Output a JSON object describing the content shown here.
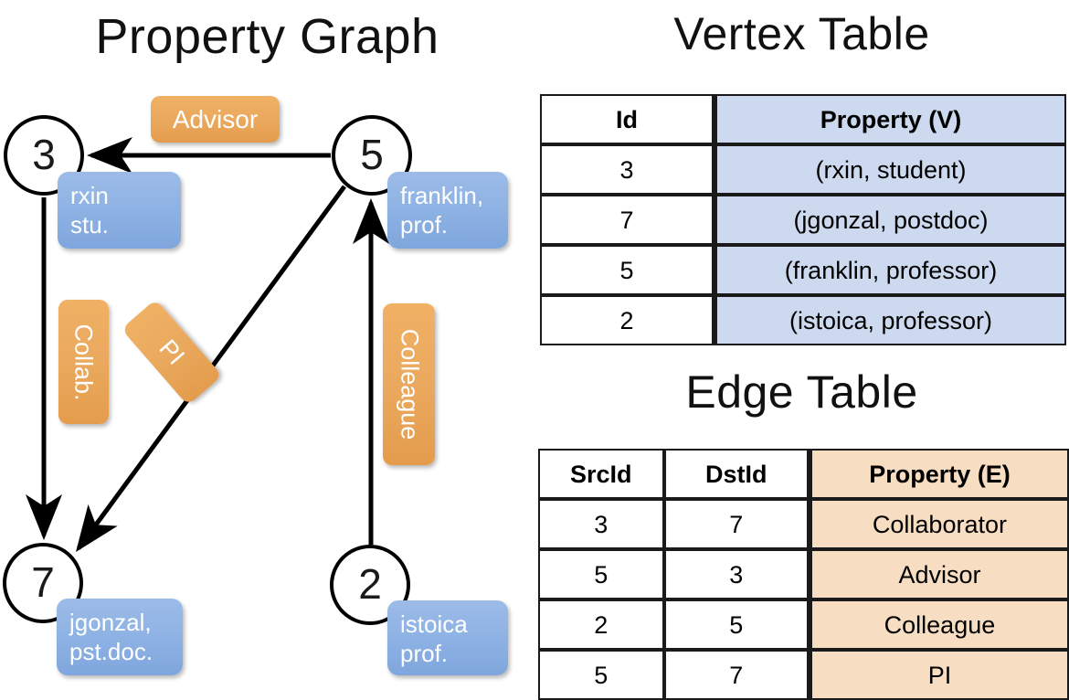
{
  "titles": {
    "property_graph": "Property Graph",
    "vertex_table": "Vertex Table",
    "edge_table": "Edge Table"
  },
  "colors": {
    "node_stroke": "#000000",
    "vertex_property_fill": "#ccd9ee",
    "edge_property_fill": "#f7ddc2",
    "property_box_blue": "#8fb3e4",
    "edge_label_orange": "#eaa95e"
  },
  "graph": {
    "nodes": [
      {
        "id": "3",
        "property_line1": "rxin",
        "property_line2": "stu."
      },
      {
        "id": "5",
        "property_line1": "franklin,",
        "property_line2": "prof."
      },
      {
        "id": "7",
        "property_line1": "jgonzal,",
        "property_line2": "pst.doc."
      },
      {
        "id": "2",
        "property_line1": "istoica",
        "property_line2": "prof."
      }
    ],
    "edge_labels": [
      {
        "text": "Advisor"
      },
      {
        "text": "Collab."
      },
      {
        "text": "PI"
      },
      {
        "text": "Colleague"
      }
    ]
  },
  "vertex_table": {
    "headers": [
      "Id",
      "Property (V)"
    ],
    "rows": [
      {
        "id": "3",
        "property": "(rxin, student)"
      },
      {
        "id": "7",
        "property": "(jgonzal, postdoc)"
      },
      {
        "id": "5",
        "property": "(franklin, professor)"
      },
      {
        "id": "2",
        "property": "(istoica, professor)"
      }
    ]
  },
  "edge_table": {
    "headers": [
      "SrcId",
      "DstId",
      "Property (E)"
    ],
    "rows": [
      {
        "src": "3",
        "dst": "7",
        "property": "Collaborator"
      },
      {
        "src": "5",
        "dst": "3",
        "property": "Advisor"
      },
      {
        "src": "2",
        "dst": "5",
        "property": "Colleague"
      },
      {
        "src": "5",
        "dst": "7",
        "property": "PI"
      }
    ]
  }
}
